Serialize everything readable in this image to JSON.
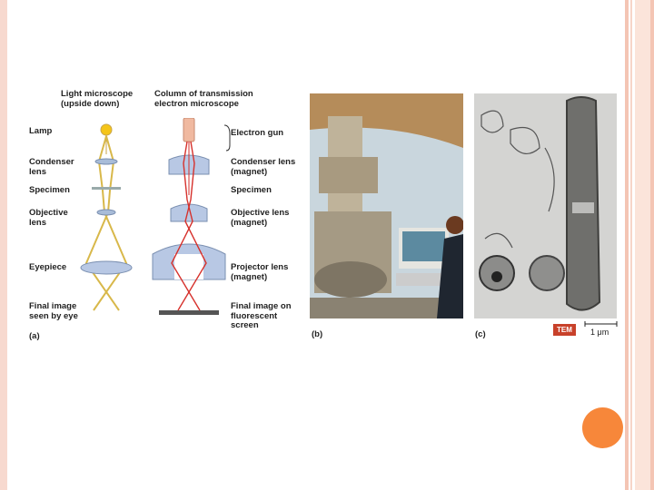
{
  "colors": {
    "accent_orange": "#f7873a",
    "border_pink": "#f7d9cf",
    "tem_badge": "#c8412a",
    "beam_red": "#d6312c",
    "lamp_yellow": "#f5c518"
  },
  "panel_a": {
    "heading_light": "Light microscope\n(upside down)",
    "heading_tem": "Column of transmission\nelectron microscope",
    "left_labels": {
      "lamp": "Lamp",
      "condenser": "Condenser\nlens",
      "specimen": "Specimen",
      "objective": "Objective\nlens",
      "eyepiece": "Eyepiece",
      "final": "Final image\nseen by eye"
    },
    "right_labels": {
      "gun": "Electron gun",
      "condenser": "Condenser lens\n(magnet)",
      "specimen": "Specimen",
      "objective": "Objective lens\n(magnet)",
      "projector": "Projector lens\n(magnet)",
      "final": "Final image on\nfluorescent\nscreen"
    },
    "letter": "(a)"
  },
  "panel_b": {
    "letter": "(b)"
  },
  "panel_c": {
    "letter": "(c)",
    "badge": "TEM",
    "scale": "1 μm"
  }
}
